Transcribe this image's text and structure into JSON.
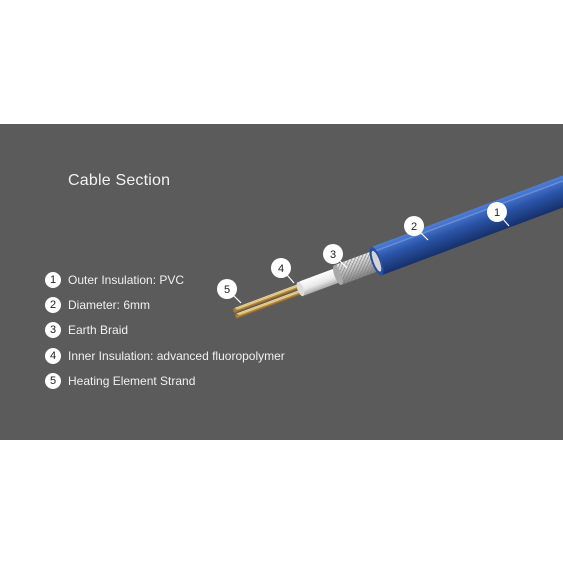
{
  "title": "Cable Section",
  "legend": [
    {
      "num": "1",
      "label": "Outer Insulation: PVC"
    },
    {
      "num": "2",
      "label": "Diameter: 6mm"
    },
    {
      "num": "3",
      "label": "Earth Braid"
    },
    {
      "num": "4",
      "label": "Inner Insulation: advanced fluoropolymer"
    },
    {
      "num": "5",
      "label": "Heating Element Strand"
    }
  ],
  "callouts": [
    "1",
    "2",
    "3",
    "4",
    "5"
  ],
  "colors": {
    "background": "#5b5b5b",
    "outer_insulation": "#2a4f9e",
    "braid": "#c8c8c8",
    "inner_insulation": "#f4f4f4",
    "strand": "#c9a25a"
  }
}
